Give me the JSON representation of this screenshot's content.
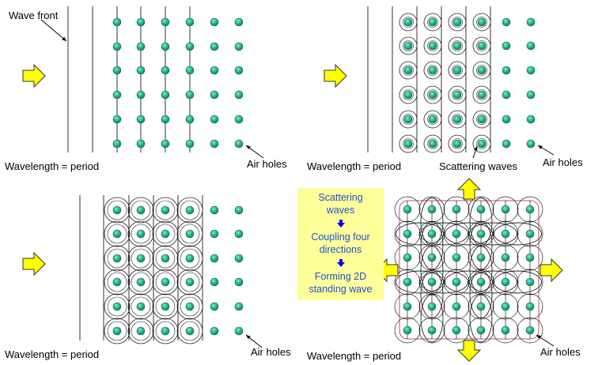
{
  "labels": {
    "wave_front": "Wave front",
    "wavelength": "Wavelength = period",
    "air_holes": "Air holes",
    "scattering_waves": "Scattering waves"
  },
  "flow_box": {
    "step1": [
      "Scattering",
      "waves"
    ],
    "step2": [
      "Coupling four",
      "directions"
    ],
    "step3": [
      "Forming 2D",
      "standing wave"
    ]
  },
  "colors": {
    "hole_fill": "#1fae8c",
    "arrow_fill": "#ffff00",
    "box_fill": "#ffff99",
    "box_text": "#1f4fd6",
    "box_arrow": "#0000ee",
    "frame_line": "#c0506b"
  }
}
